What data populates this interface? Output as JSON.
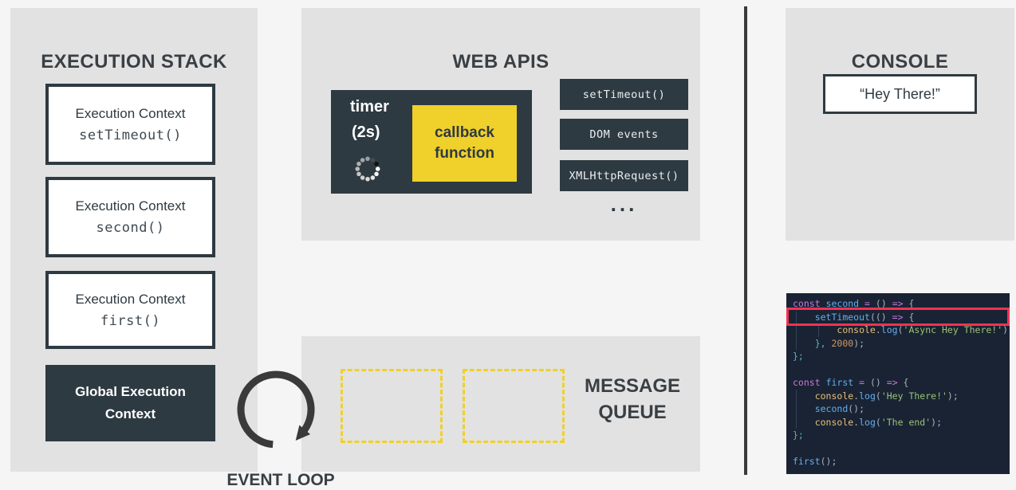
{
  "colors": {
    "page_bg": "#f5f5f6",
    "panel_bg": "#e2e2e2",
    "dark_slate": "#2e3a42",
    "accent_yellow": "#f0d02a",
    "highlight_red": "#f13352",
    "editor_bg": "#1a2333",
    "divider": "#3a3a3a",
    "code_keyword": "#c678dd",
    "code_function": "#61afef",
    "code_string": "#98c379",
    "code_number": "#d19a66",
    "code_object": "#e5c07b",
    "code_punctuation": "#abb2bf",
    "code_brace": "#56b6c2"
  },
  "execution_stack": {
    "title": "EXECUTION STACK",
    "frames": [
      {
        "line1": "Execution Context",
        "line2": "setTimeout()"
      },
      {
        "line1": "Execution Context",
        "line2": "second()"
      },
      {
        "line1": "Execution Context",
        "line2": "first()"
      }
    ],
    "global_frame": {
      "line1": "Global Execution",
      "line2": "Context"
    }
  },
  "web_apis": {
    "title": "WEB APIS",
    "timer": {
      "label": "timer",
      "duration": "(2s)",
      "spinner_icon": "loading-spinner",
      "callback_line1": "callback",
      "callback_line2": "function"
    },
    "api_buttons": [
      "setTimeout()",
      "DOM events",
      "XMLHttpRequest()"
    ],
    "more_label": "..."
  },
  "message_queue": {
    "title_line1": "MESSAGE",
    "title_line2": "QUEUE",
    "empty_slots": 2
  },
  "event_loop": {
    "label": "EVENT LOOP",
    "arrow_icon": "circular-arrow"
  },
  "console": {
    "title": "CONSOLE",
    "output": "“Hey There!”"
  },
  "code_editor": {
    "highlighted_line_number": 2,
    "highlighted_line_text": "setTimeout(() => {",
    "lines": [
      {
        "tokens": [
          [
            "kw",
            "const"
          ],
          [
            "pl",
            " "
          ],
          [
            "fn",
            "second"
          ],
          [
            "pl",
            " "
          ],
          [
            "op",
            "="
          ],
          [
            "pl",
            " ()"
          ],
          [
            "op",
            " =>"
          ],
          [
            "pl",
            " {"
          ]
        ]
      },
      {
        "tokens": [
          [
            "pl",
            "    "
          ],
          [
            "fn",
            "setTimeout"
          ],
          [
            "pl",
            "(()"
          ],
          [
            "op",
            " =>"
          ],
          [
            "pl",
            " {"
          ]
        ]
      },
      {
        "tokens": [
          [
            "pl",
            "        "
          ],
          [
            "ob",
            "console"
          ],
          [
            "pl",
            "."
          ],
          [
            "fn",
            "log"
          ],
          [
            "pl",
            "("
          ],
          [
            "st",
            "'Async Hey There!'"
          ],
          [
            "pl",
            ");"
          ]
        ]
      },
      {
        "tokens": [
          [
            "pl",
            "    "
          ],
          [
            "br",
            "},"
          ],
          [
            "pl",
            " "
          ],
          [
            "nu",
            "2000"
          ],
          [
            "pl",
            ");"
          ]
        ]
      },
      {
        "tokens": [
          [
            "br",
            "};"
          ]
        ]
      },
      {
        "tokens": []
      },
      {
        "tokens": [
          [
            "kw",
            "const"
          ],
          [
            "pl",
            " "
          ],
          [
            "fn",
            "first"
          ],
          [
            "pl",
            " "
          ],
          [
            "op",
            "="
          ],
          [
            "pl",
            " ()"
          ],
          [
            "op",
            " =>"
          ],
          [
            "pl",
            " {"
          ]
        ]
      },
      {
        "tokens": [
          [
            "pl",
            "    "
          ],
          [
            "ob",
            "console"
          ],
          [
            "pl",
            "."
          ],
          [
            "fn",
            "log"
          ],
          [
            "pl",
            "("
          ],
          [
            "st",
            "'Hey There!'"
          ],
          [
            "pl",
            ");"
          ]
        ]
      },
      {
        "tokens": [
          [
            "pl",
            "    "
          ],
          [
            "fn",
            "second"
          ],
          [
            "pl",
            "();"
          ]
        ]
      },
      {
        "tokens": [
          [
            "pl",
            "    "
          ],
          [
            "ob",
            "console"
          ],
          [
            "pl",
            "."
          ],
          [
            "fn",
            "log"
          ],
          [
            "pl",
            "("
          ],
          [
            "st",
            "'The end'"
          ],
          [
            "pl",
            ");"
          ]
        ]
      },
      {
        "tokens": [
          [
            "br",
            "};"
          ]
        ]
      },
      {
        "tokens": []
      },
      {
        "tokens": [
          [
            "fn",
            "first"
          ],
          [
            "pl",
            "();"
          ]
        ]
      }
    ]
  }
}
